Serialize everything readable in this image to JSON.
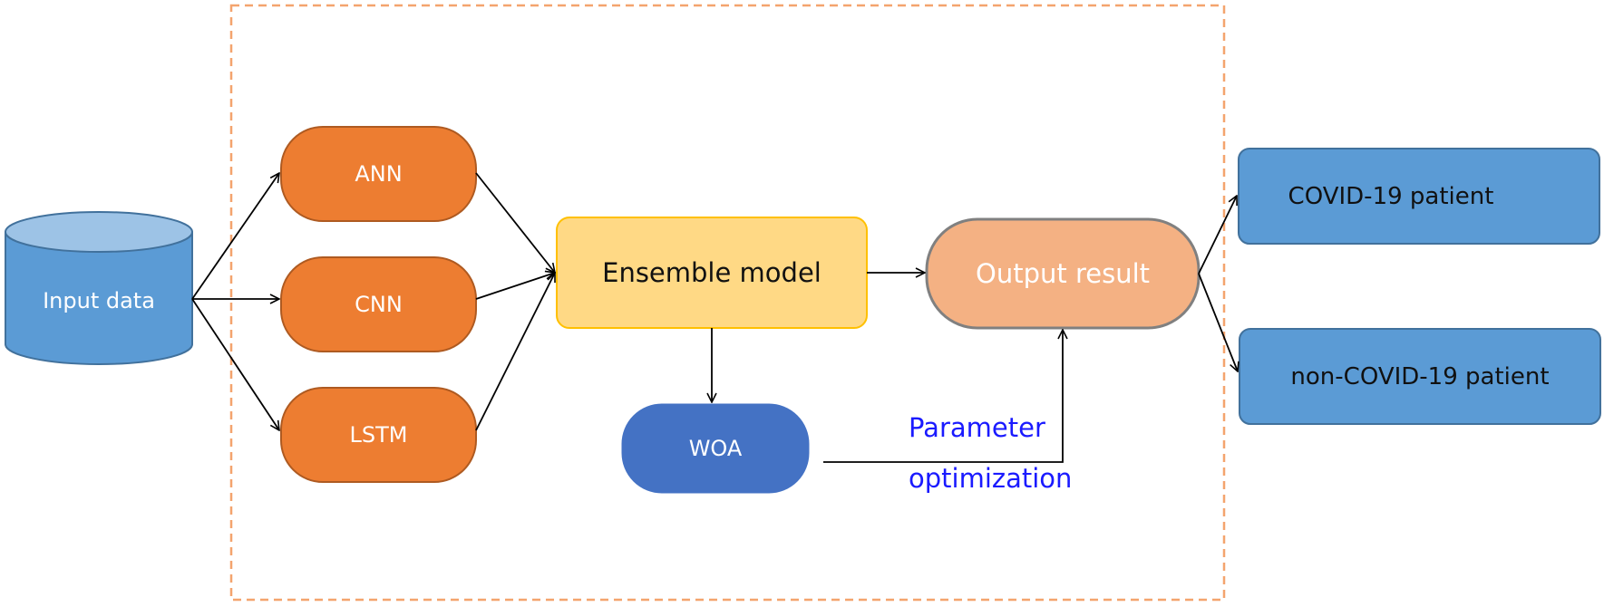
{
  "nodes": {
    "input": {
      "label": "Input data"
    },
    "ann": {
      "label": "ANN"
    },
    "cnn": {
      "label": "CNN"
    },
    "lstm": {
      "label": "LSTM"
    },
    "ensemble": {
      "label": "Ensemble model"
    },
    "woa": {
      "label": "WOA"
    },
    "output": {
      "label": "Output result"
    },
    "covid": {
      "label": "COVID-19 patient"
    },
    "noncovid": {
      "label": "non-COVID-19 patient"
    }
  },
  "annotations": {
    "parameter_line1": "Parameter",
    "parameter_line2": "optimization"
  },
  "colors": {
    "dashed_frame": "#f4a46e",
    "database_fill": "#5b9bd5",
    "database_top": "#9dc3e6",
    "database_stroke": "#41719c",
    "model_fill": "#ed7d31",
    "model_stroke": "#ae5a21",
    "ensemble_fill": "#ffd985",
    "ensemble_stroke": "#ffc000",
    "woa_fill": "#4472c4",
    "output_fill": "#f4b183",
    "output_stroke": "#808080",
    "result_fill": "#5b9bd5",
    "result_stroke": "#41719c",
    "annotation_text": "#1a1aff",
    "arrow": "#000000"
  }
}
